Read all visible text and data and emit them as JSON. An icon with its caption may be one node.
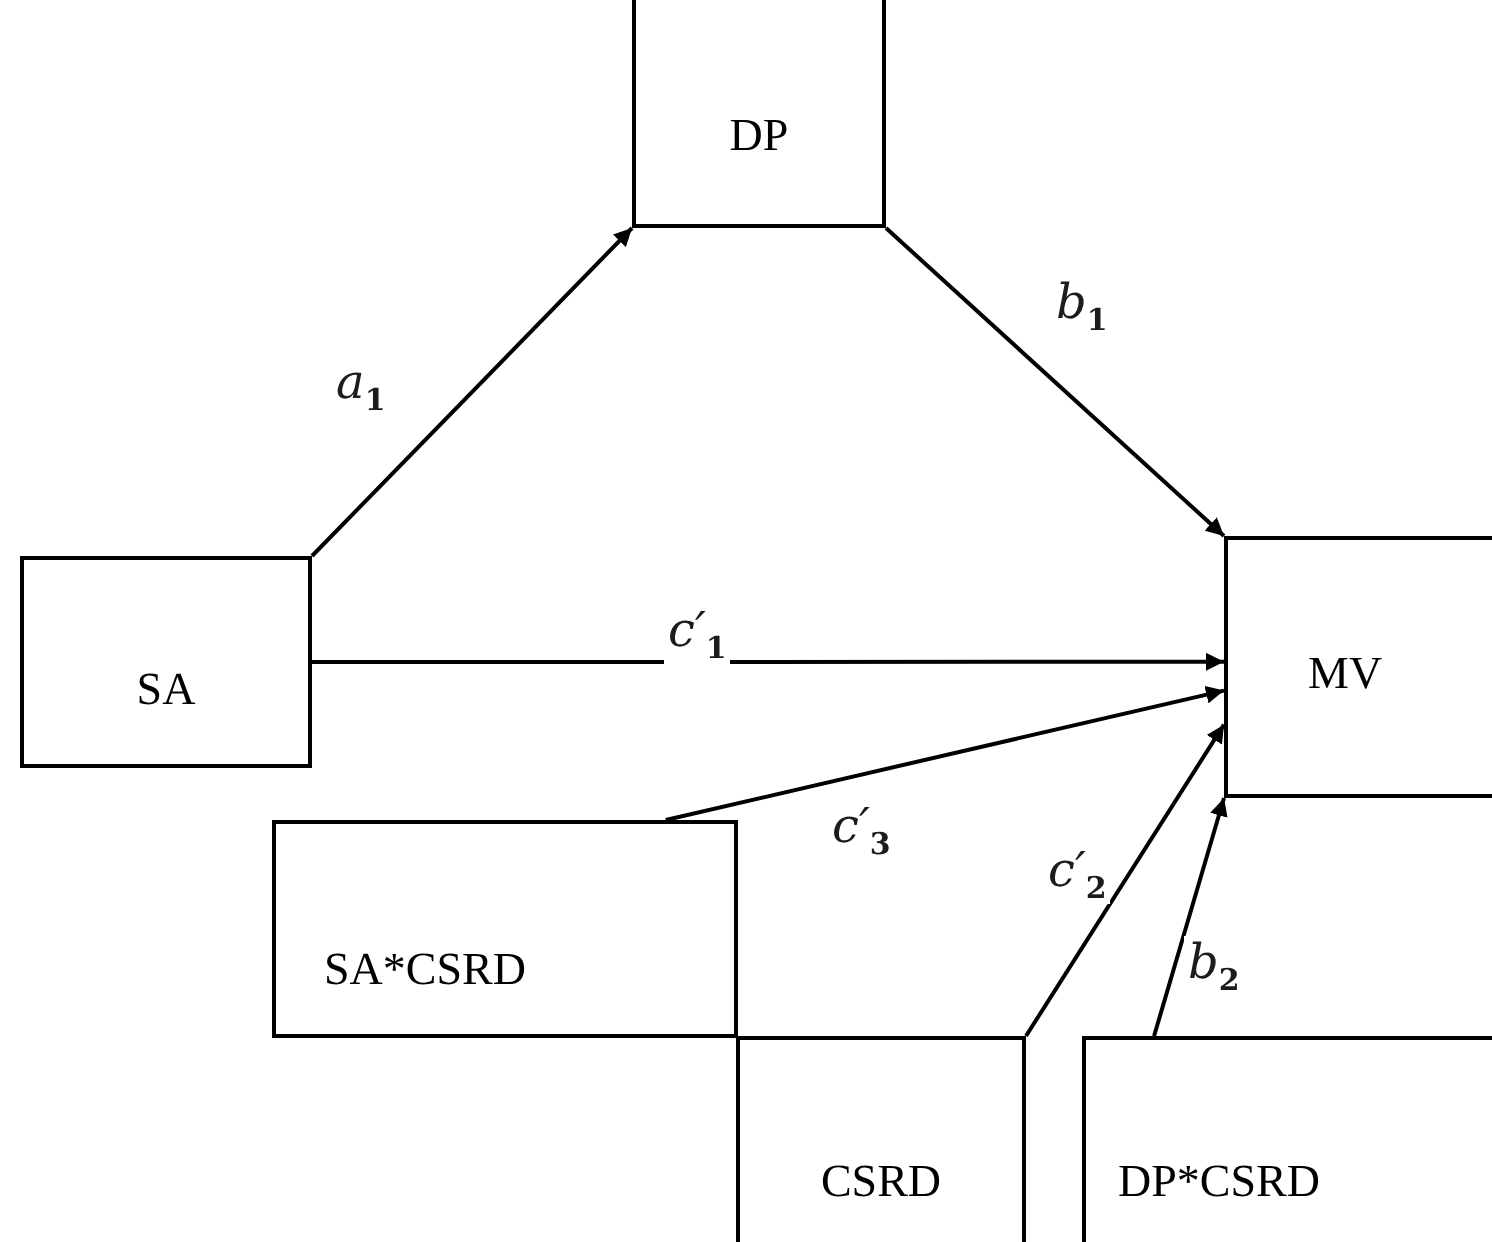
{
  "diagram": {
    "nodes": [
      {
        "text": [
          "DP"
        ]
      },
      {
        "text": [
          "SA"
        ]
      },
      {
        "text": [
          "MV"
        ]
      },
      {
        "text": [
          "SA*CSRD"
        ]
      },
      {
        "text": [
          "CSRD"
        ]
      },
      {
        "text": [
          "DP*CSRD"
        ]
      }
    ],
    "edges": [
      {
        "from": 1,
        "to": 0,
        "arrow": "to",
        "label": "a$_{1}$"
      },
      {
        "from": 0,
        "to": 2,
        "arrow": "to",
        "label": "b$_{1}$"
      },
      {
        "from": 1,
        "to": 2,
        "arrow": "to",
        "label": "c′$_{1}$"
      },
      {
        "from": 3,
        "to": 2,
        "arrow": "to",
        "label": "c′$_{3}$"
      },
      {
        "from": 4,
        "to": 2,
        "arrow": "to",
        "label": "c′$_{2}$"
      },
      {
        "from": 5,
        "to": 2,
        "arrow": "to",
        "label": "b$_{2}$"
      }
    ]
  }
}
